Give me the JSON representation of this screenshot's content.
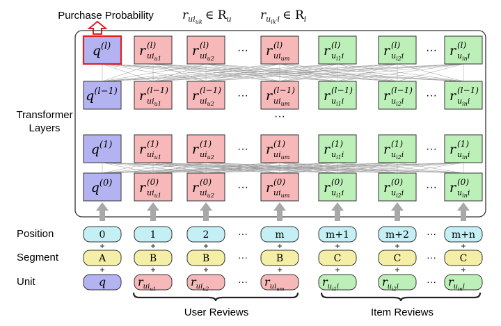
{
  "header": {
    "purchase_probability": "Purchase Probability",
    "user_set_r": "r",
    "user_set_sub": "ui",
    "user_set_subsub": "uk",
    "user_set_rel": "∈ R",
    "user_set_rel_sub": "u",
    "item_set_r": "r",
    "item_set_sub": "u",
    "item_set_subsub": "ik′",
    "item_set_sub2": "i",
    "item_set_rel": "∈ R",
    "item_set_rel_sub": "i"
  },
  "side_labels": {
    "transformer_line1": "Transformer",
    "transformer_line2": "Layers",
    "position": "Position",
    "segment": "Segment",
    "unit": "Unit"
  },
  "ellipsis": "···",
  "vertical_ellipsis": "···",
  "layers": [
    {
      "q_sup": "(l)",
      "r_sup": "(l)"
    },
    {
      "q_sup": "(l−1)",
      "r_sup": "(l−1)"
    },
    {
      "q_sup": "(1)",
      "r_sup": "(1)"
    },
    {
      "q_sup": "(0)",
      "r_sup": "(0)"
    }
  ],
  "columns": [
    {
      "kind": "q",
      "main": "q",
      "sub": "",
      "subsub": "",
      "sub2": "",
      "position": "0",
      "segment": "A"
    },
    {
      "kind": "user",
      "main": "r",
      "sub": "ui",
      "subsub": "u1",
      "sub2": "",
      "position": "1",
      "segment": "B"
    },
    {
      "kind": "user",
      "main": "r",
      "sub": "ui",
      "subsub": "u2",
      "sub2": "",
      "position": "2",
      "segment": "B"
    },
    {
      "kind": "user",
      "main": "r",
      "sub": "ui",
      "subsub": "um",
      "sub2": "",
      "position": "m",
      "segment": "B"
    },
    {
      "kind": "item",
      "main": "r",
      "sub": "u",
      "subsub": "i1",
      "sub2": "i",
      "position": "m+1",
      "segment": "C"
    },
    {
      "kind": "item",
      "main": "r",
      "sub": "u",
      "subsub": "i2",
      "sub2": "i",
      "position": "m+2",
      "segment": "C"
    },
    {
      "kind": "item",
      "main": "r",
      "sub": "u",
      "subsub": "in",
      "sub2": "i",
      "position": "m+n",
      "segment": "C"
    }
  ],
  "braces": {
    "user_label": "User Reviews",
    "item_label": "Item Reviews"
  },
  "colors": {
    "q_fill": "#b3b3f2",
    "user_fill": "#f6b8b8",
    "item_fill": "#bdf0b8",
    "position_fill": "#c3eff5",
    "segment_fill": "#f5eea6",
    "highlight": "#e02020",
    "arrow": "#a8a8a8",
    "mesh": "#9a9a9a"
  }
}
